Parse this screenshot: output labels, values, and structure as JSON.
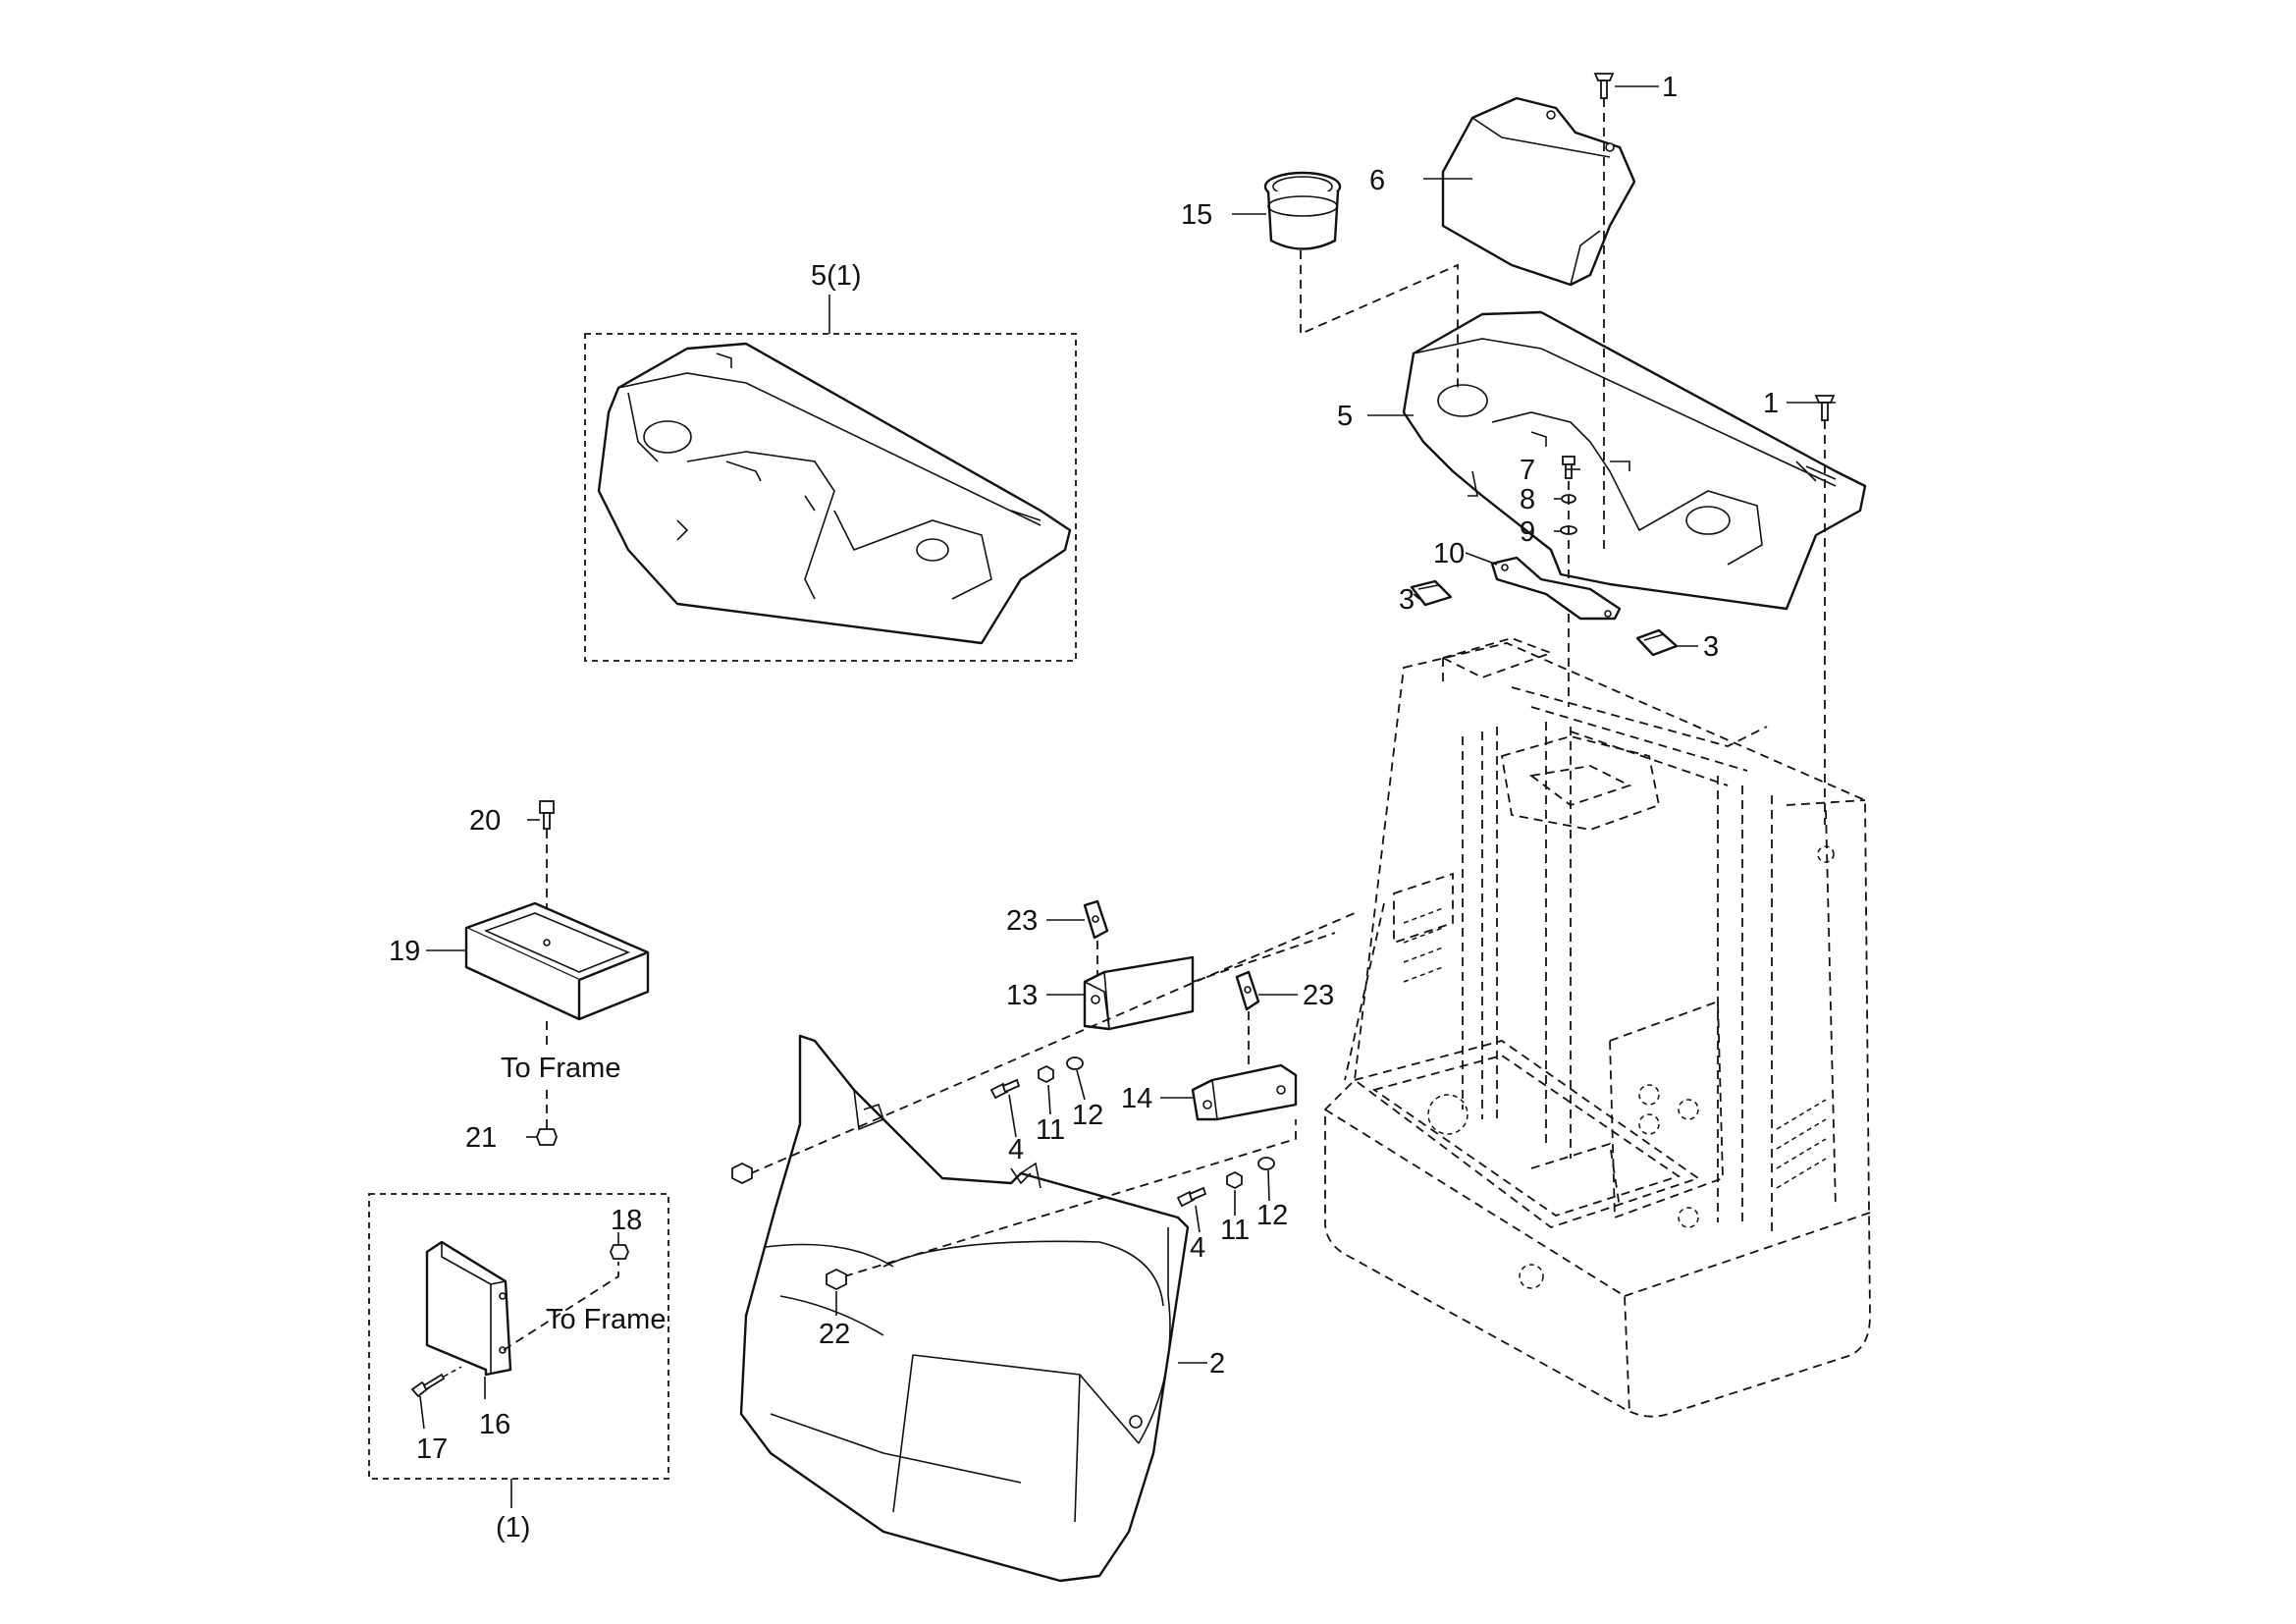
{
  "diagram": {
    "callouts": {
      "c1_top": "1",
      "c1_right": "1",
      "c2": "2",
      "c3_left": "3",
      "c3_right": "3",
      "c4_left": "4",
      "c4_right": "4",
      "c5": "5",
      "c5_1": "5(1)",
      "c6": "6",
      "c7": "7",
      "c8": "8",
      "c9": "9",
      "c10": "10",
      "c11_left": "11",
      "c11_right": "11",
      "c12_left": "12",
      "c12_right": "12",
      "c13": "13",
      "c14": "14",
      "c15": "15",
      "c16": "16",
      "c17": "17",
      "c18": "18",
      "c19": "19",
      "c20": "20",
      "c21": "21",
      "c22": "22",
      "c23_left": "23",
      "c23_right": "23",
      "c_kit": "(1)"
    },
    "notes": {
      "to_frame_tray": "To Frame",
      "to_frame_bracket": "To Frame"
    }
  }
}
